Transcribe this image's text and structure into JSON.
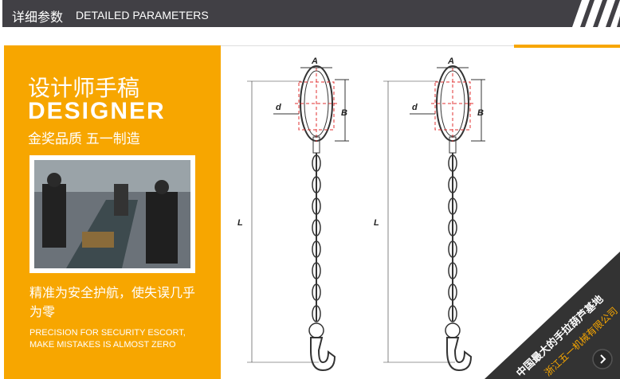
{
  "header": {
    "title_cn": "详细参数",
    "title_en": "DETAILED PARAMETERS"
  },
  "panel": {
    "title_cn": "设计师手稿",
    "title_en": "DESIGNER",
    "subtitle": "金奖品质 五一制造",
    "slogan_cn": "精准为安全护航，使失误几乎为零",
    "slogan_en": "PRECISION FOR SECURITY ESCORT, MAKE MISTAKES IS ALMOST ZERO"
  },
  "diagram": {
    "labels": {
      "a": "A",
      "b": "B",
      "d": "d",
      "l": "L"
    }
  },
  "corner": {
    "line1": "中国最大的手拉葫芦基地",
    "line2": "浙江五一机械有限公司"
  },
  "colors": {
    "accent": "#f7a600",
    "dark": "#414045",
    "dash": "#e03030"
  }
}
